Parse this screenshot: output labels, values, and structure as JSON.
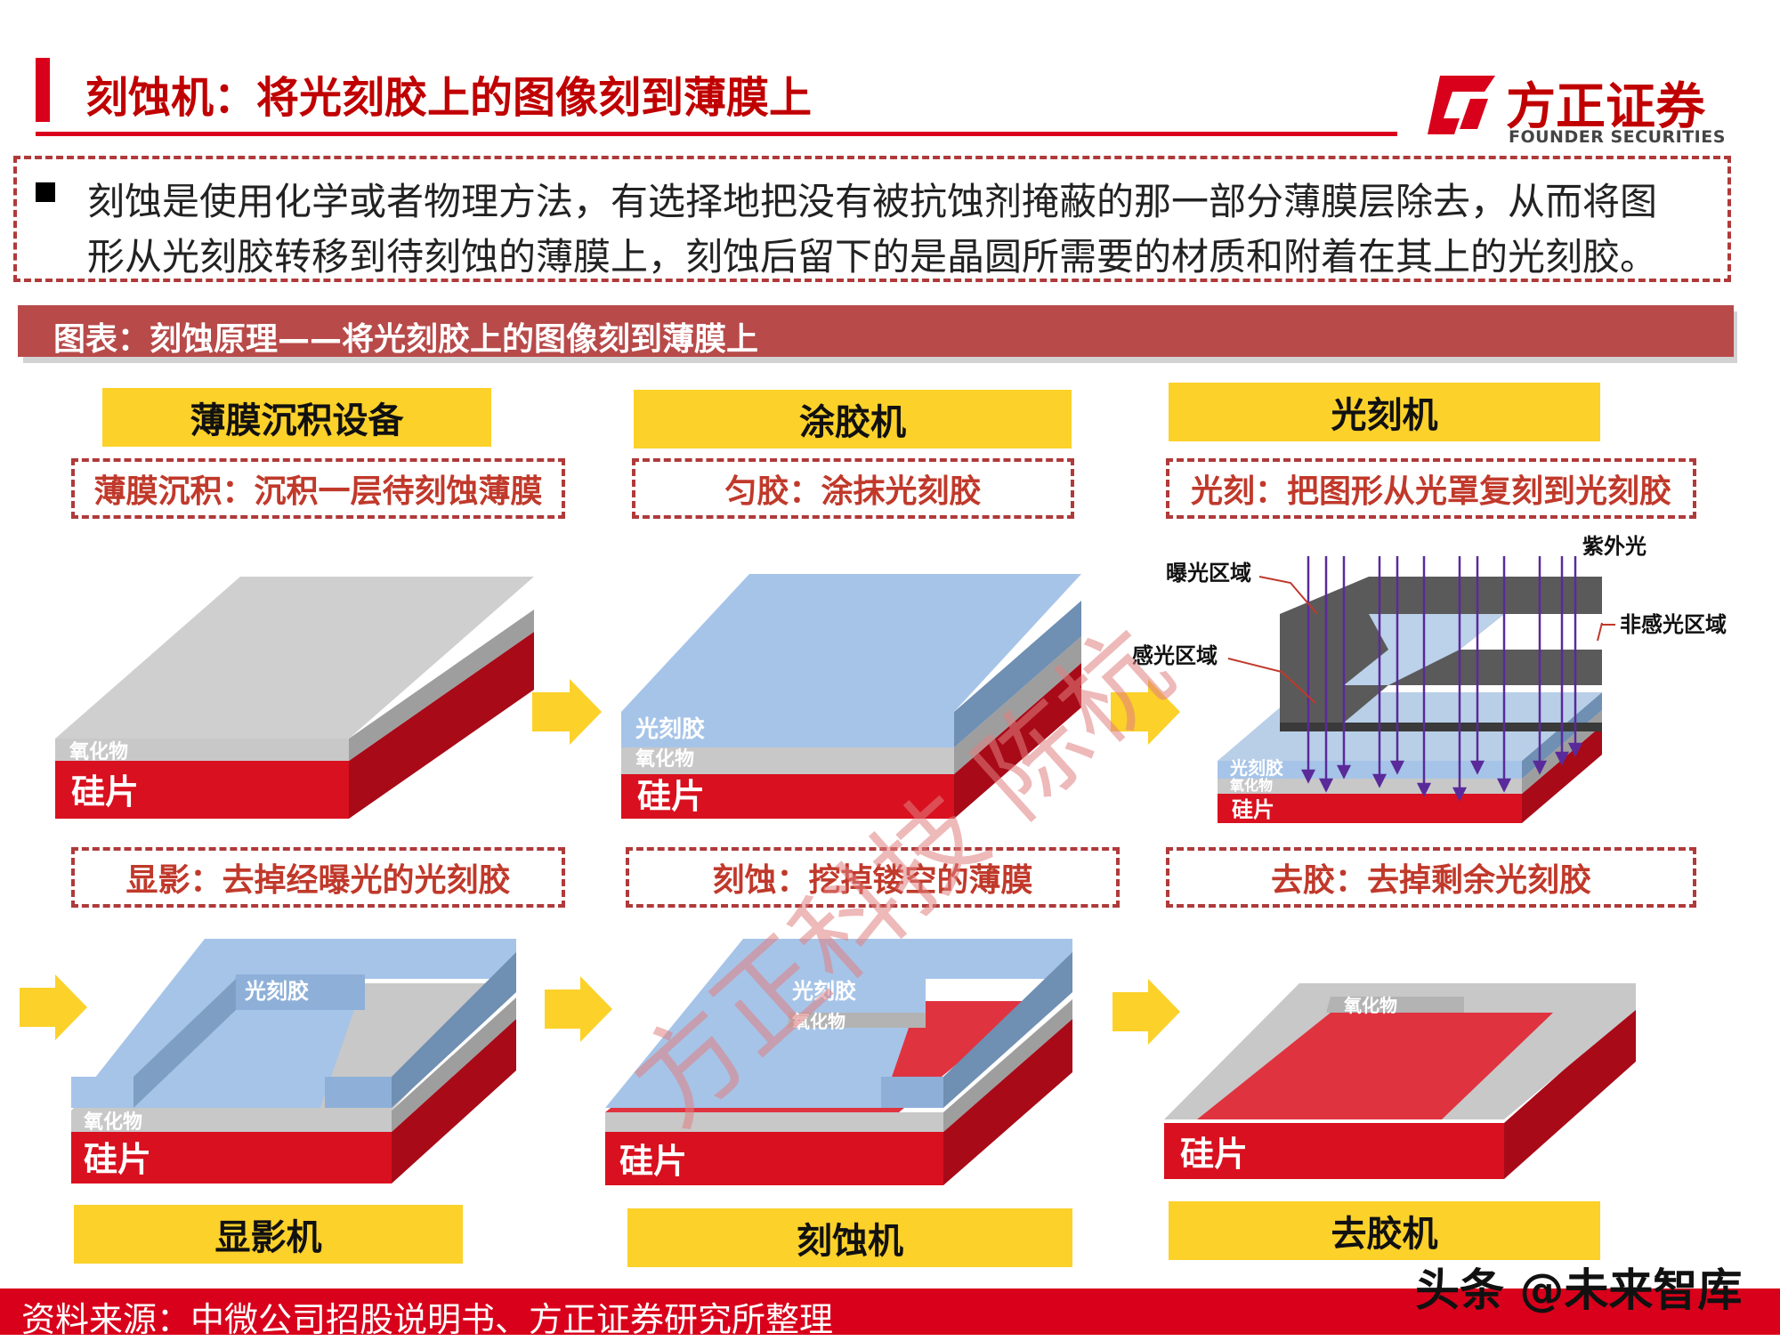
{
  "header": {
    "title": "刻蚀机：将光刻胶上的图像刻到薄膜上",
    "logo_cn": "方正证券",
    "logo_en": "FOUNDER SECURITIES"
  },
  "intro": {
    "line1": "刻蚀是使用化学或者物理方法，有选择地把没有被抗蚀剂掩蔽的那一部分薄膜层除去，从而将图",
    "line2": "形从光刻胶转移到待刻蚀的薄膜上，刻蚀后留下的是晶圆所需要的材质和附着在其上的光刻胶。"
  },
  "figure_title": "图表：刻蚀原理——将光刻胶上的图像刻到薄膜上",
  "steps": [
    {
      "machine": "薄膜沉积设备",
      "desc": "薄膜沉积：沉积一层待刻蚀薄膜"
    },
    {
      "machine": "涂胶机",
      "desc": "匀胶：涂抹光刻胶"
    },
    {
      "machine": "光刻机",
      "desc": "光刻：把图形从光罩复刻到光刻胶"
    },
    {
      "machine": "显影机",
      "desc": "显影：去掉经曝光的光刻胶"
    },
    {
      "machine": "刻蚀机",
      "desc": "刻蚀：挖掉镂空的薄膜"
    },
    {
      "machine": "去胶机",
      "desc": "去胶：去掉剩余光刻胶"
    }
  ],
  "layer_labels": {
    "silicon": "硅片",
    "oxide": "氧化物",
    "photoresist": "光刻胶"
  },
  "litho_labels": {
    "uv": "紫外光",
    "exposed": "曝光区域",
    "photosensitive": "感光区域",
    "non_photosensitive": "非感光区域"
  },
  "watermark": "方正科技 陈杭",
  "footer": {
    "source": "资料来源：中微公司招股说明书、方正证券研究所整理",
    "platform": "头条 @未来智库"
  },
  "colors": {
    "brand_red": "#d9001b",
    "title_red": "#c00000",
    "fig_bar": "#b84a4a",
    "yellow": "#fcd12a",
    "silicon": "#d9101f",
    "oxide": "#c8c8c8",
    "photoresist": "#a6c4e8"
  }
}
